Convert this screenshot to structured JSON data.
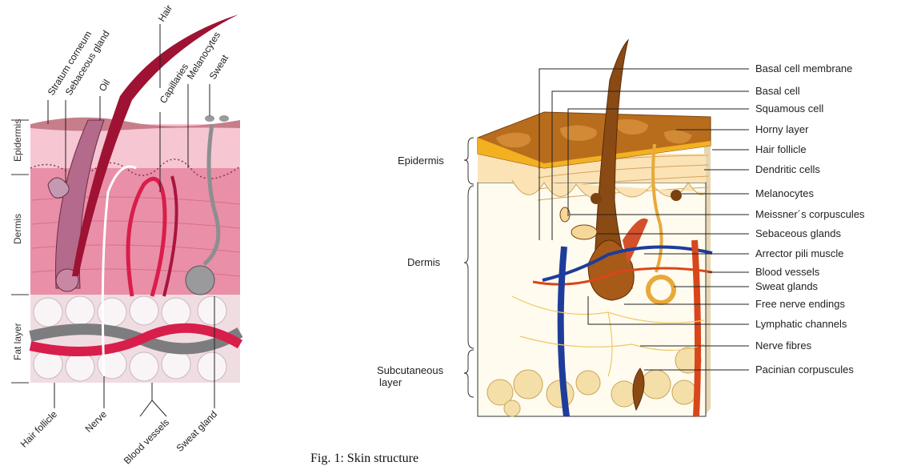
{
  "left_diagram": {
    "top_labels": [
      "Stratum corneum",
      "Sebaceous gland",
      "Oil",
      "Hair",
      "Capillaries",
      "Melanocytes",
      "Sweat"
    ],
    "side_labels": [
      "Epidermis",
      "Dermis",
      "Fat layer"
    ],
    "bottom_labels": [
      "Hair follicle",
      "Nerve",
      "Blood vessels",
      "Sweat gland"
    ]
  },
  "right_diagram": {
    "layer_labels": [
      "Epidermis",
      "Dermis",
      "Subcutaneous",
      "layer"
    ],
    "callouts": [
      "Basal cell membrane",
      "Basal cell",
      "Squamous cell",
      "Horny layer",
      "Hair follicle",
      "Dendritic cells",
      "Melanocytes",
      "Meissner´s corpuscules",
      "Sebaceous glands",
      "Arrector pili muscle",
      "Blood vessels",
      "Sweat glands",
      "Free nerve endings",
      "Lymphatic channels",
      "Nerve fibres",
      "Pacinian corpuscules"
    ]
  },
  "caption": "Fig. 1: Skin structure",
  "colors": {
    "epidermis_pink": "#f6c6d2",
    "dermis_pink": "#ea8fa8",
    "fat_white": "#f4eef0",
    "vessel_red": "#d81e4b",
    "vessel_grey": "#7d7d80",
    "horny_brown": "#b86d1c",
    "tan": "#f4e2b8",
    "vein_blue": "#1e3c9a",
    "artery_red": "#d9461b"
  }
}
